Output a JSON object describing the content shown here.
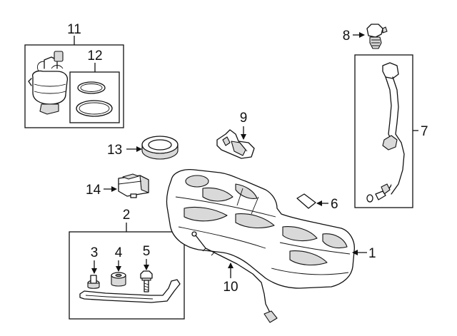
{
  "callouts": {
    "c1": "1",
    "c2": "2",
    "c3": "3",
    "c4": "4",
    "c5": "5",
    "c6": "6",
    "c7": "7",
    "c8": "8",
    "c9": "9",
    "c10": "10",
    "c11": "11",
    "c12": "12",
    "c13": "13",
    "c14": "14"
  },
  "colors": {
    "ink": "#111111",
    "background": "#ffffff",
    "part_shade": "#d9d9d9"
  }
}
